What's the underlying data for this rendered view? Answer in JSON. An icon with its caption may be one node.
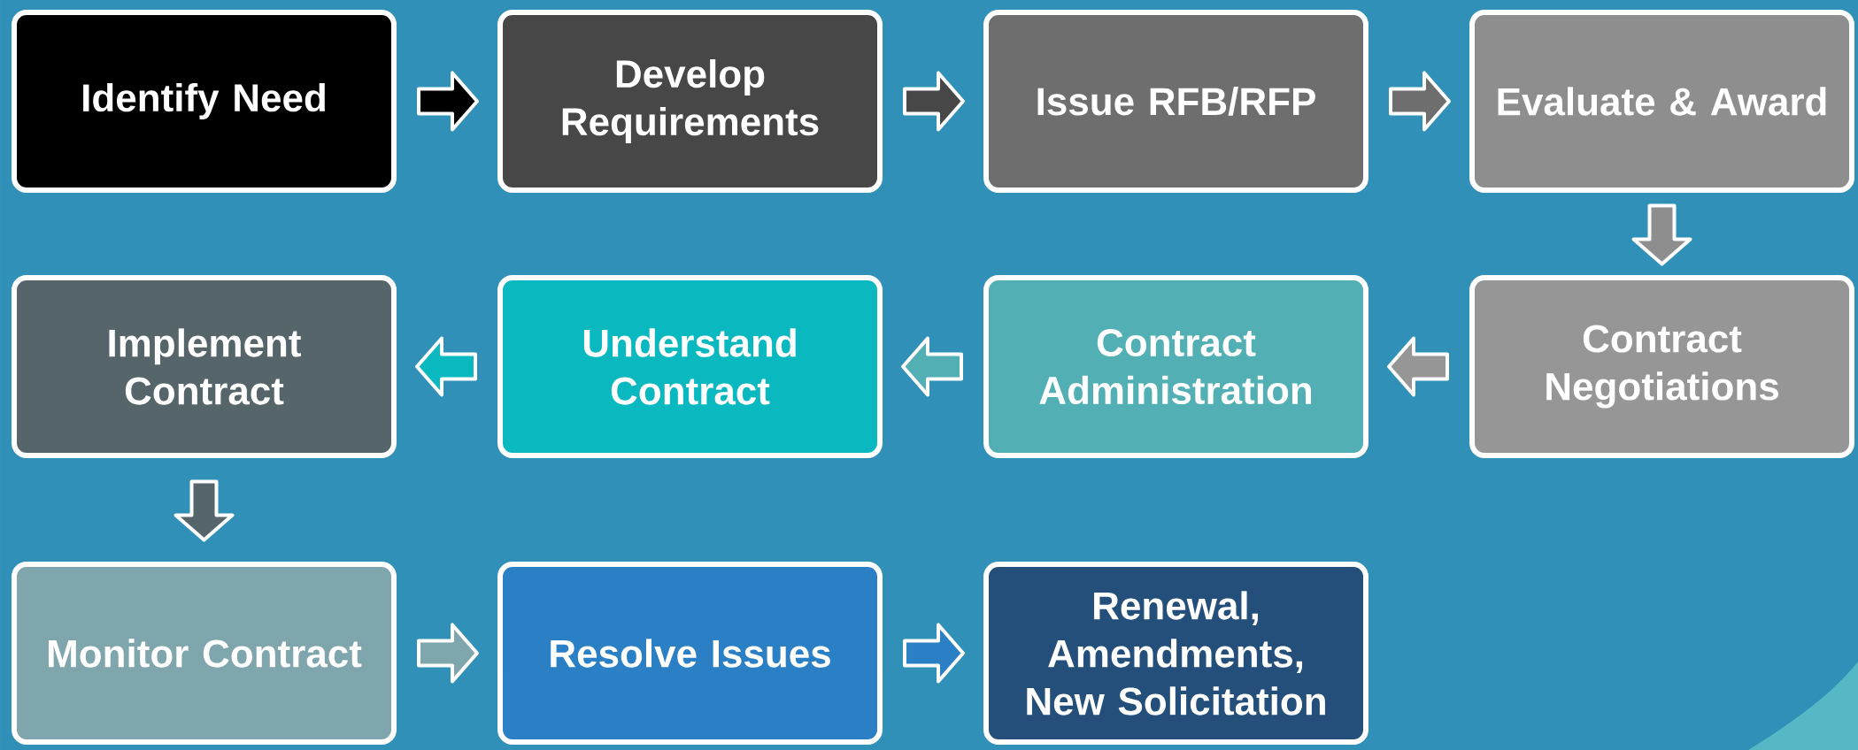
{
  "diagram": {
    "nodes": [
      {
        "text": [
          "Identify Need"
        ]
      },
      {
        "text": [
          "Develop Requirements"
        ]
      },
      {
        "text": [
          "Issue RFB/RFP"
        ]
      },
      {
        "text": [
          "Evaluate & Award"
        ]
      },
      {
        "text": [
          "Contract Negotiations"
        ]
      },
      {
        "text": [
          "Contract Administration"
        ]
      },
      {
        "text": [
          "Understand Contract"
        ]
      },
      {
        "text": [
          "Implement Contract"
        ]
      },
      {
        "text": [
          "Monitor Contract"
        ]
      },
      {
        "text": [
          "Resolve Issues"
        ]
      },
      {
        "text": [
          "Renewal, Amendments, New Solicitation"
        ]
      }
    ],
    "edges": [
      {
        "from": 0,
        "to": 1,
        "arrow": "to"
      },
      {
        "from": 1,
        "to": 2,
        "arrow": "to"
      },
      {
        "from": 2,
        "to": 3,
        "arrow": "to"
      },
      {
        "from": 3,
        "to": 4,
        "arrow": "to"
      },
      {
        "from": 4,
        "to": 5,
        "arrow": "to"
      },
      {
        "from": 5,
        "to": 6,
        "arrow": "to"
      },
      {
        "from": 6,
        "to": 7,
        "arrow": "to"
      },
      {
        "from": 7,
        "to": 8,
        "arrow": "to"
      },
      {
        "from": 8,
        "to": 9,
        "arrow": "to"
      },
      {
        "from": 9,
        "to": 10,
        "arrow": "to"
      }
    ]
  }
}
